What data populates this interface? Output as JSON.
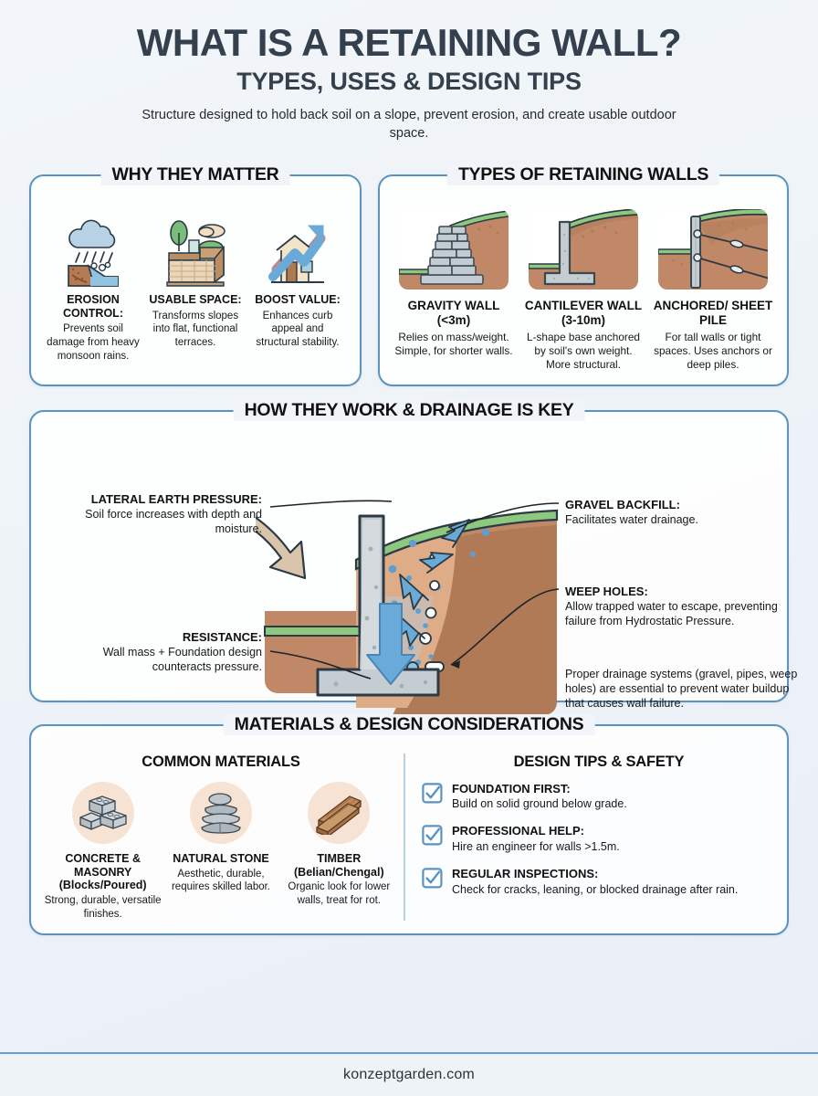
{
  "header": {
    "title": "WHAT IS A RETAINING WALL?",
    "subtitle": "TYPES, USES & DESIGN TIPS",
    "description": "Structure designed to hold back soil on a slope, prevent erosion, and create usable outdoor space."
  },
  "why": {
    "panel_title": "WHY THEY MATTER",
    "cards": [
      {
        "icon": "erosion-rain-icon",
        "heading": "EROSION CONTROL:",
        "body": "Prevents soil damage from heavy monsoon rains."
      },
      {
        "icon": "terrace-space-icon",
        "heading": "USABLE SPACE:",
        "body": "Transforms slopes into flat, functional terraces."
      },
      {
        "icon": "house-value-arrow-icon",
        "heading": "BOOST VALUE:",
        "body": "Enhances curb appeal and structural stability."
      }
    ]
  },
  "types": {
    "panel_title": "TYPES OF RETAINING WALLS",
    "cards": [
      {
        "icon": "gravity-wall-icon",
        "heading": "GRAVITY WALL (<3m)",
        "body": "Relies on mass/weight. Simple, for shorter walls."
      },
      {
        "icon": "cantilever-wall-icon",
        "heading": "CANTILEVER WALL (3-10m)",
        "body": "L-shape base anchored by soil's own weight. More structural."
      },
      {
        "icon": "anchored-sheet-pile-icon",
        "heading": "ANCHORED/ SHEET PILE",
        "body": "For tall walls or tight spaces. Uses anchors or deep piles."
      }
    ]
  },
  "how": {
    "panel_title": "HOW THEY WORK & DRAINAGE IS KEY",
    "labels": {
      "lateral": {
        "heading": "LATERAL EARTH PRESSURE:",
        "body": "Soil force increases with depth and moisture."
      },
      "resistance": {
        "heading": "RESISTANCE:",
        "body": "Wall mass + Foundation design counteracts pressure."
      },
      "gravel": {
        "heading": "GRAVEL BACKFILL:",
        "body": "Facilitates water drainage."
      },
      "weep": {
        "heading": "WEEP HOLES:",
        "body": "Allow trapped water to escape, preventing failure from Hydrostatic Pressure."
      },
      "note": {
        "body": "Proper drainage systems (gravel, pipes, weep holes) are essential to prevent water buildup that causes wall failure."
      }
    }
  },
  "materials": {
    "panel_title": "MATERIALS & DESIGN CONSIDERATIONS",
    "left_heading": "COMMON MATERIALS",
    "right_heading": "DESIGN TIPS & SAFETY",
    "items": [
      {
        "icon": "concrete-blocks-icon",
        "heading": "CONCRETE & MASONRY (Blocks/Poured)",
        "body": "Strong, durable, versatile finishes."
      },
      {
        "icon": "stacked-stones-icon",
        "heading": "NATURAL STONE",
        "body": "Aesthetic, durable, requires skilled labor."
      },
      {
        "icon": "timber-planks-icon",
        "heading": "TIMBER (Belian/Chengal)",
        "body": "Organic look for lower walls, treat for rot."
      }
    ],
    "tips": [
      {
        "icon": "checkbox-checked-icon",
        "heading": "FOUNDATION FIRST:",
        "body": "Build on solid ground below grade."
      },
      {
        "icon": "checkbox-checked-icon",
        "heading": "PROFESSIONAL HELP:",
        "body": "Hire an engineer for walls >1.5m."
      },
      {
        "icon": "checkbox-checked-icon",
        "heading": "REGULAR INSPECTIONS:",
        "body": "Check for cracks, leaning, or blocked drainage after rain."
      }
    ]
  },
  "footer": {
    "site": "konzeptgarden.com"
  },
  "colors": {
    "panel_border": "#5a93bf",
    "title_text": "#34404d",
    "soil": "#c08867",
    "soil_light": "#deac87",
    "grass": "#8ec87f",
    "concrete": "#c6cdd2",
    "water_blue": "#6aaad8",
    "accent_circle": "#f6e3d3",
    "background": "#eef2f7"
  }
}
